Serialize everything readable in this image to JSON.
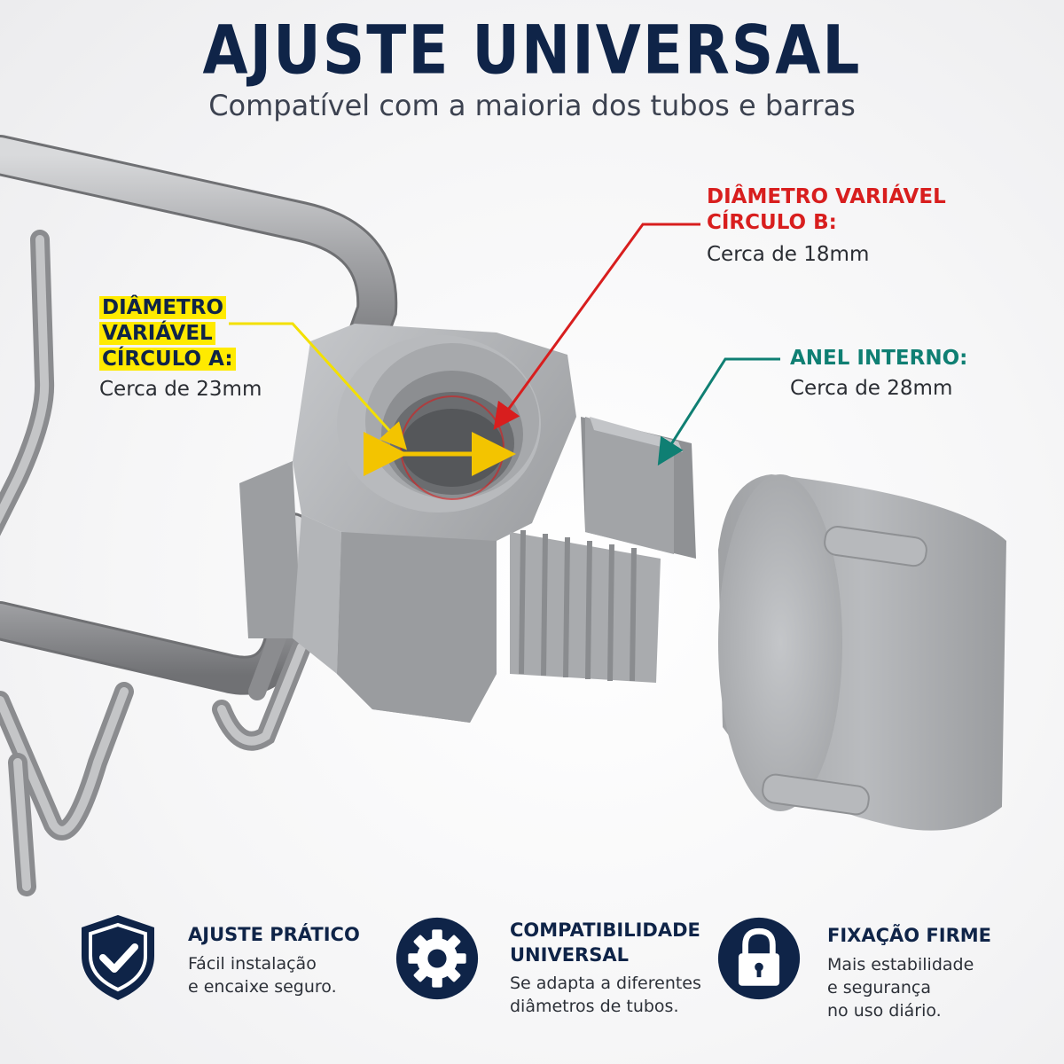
{
  "header": {
    "title": "AJUSTE UNIVERSAL",
    "subtitle": "Compatível com a maioria dos tubos e barras"
  },
  "callouts": {
    "circle_a": {
      "head_lines": [
        "DIÂMETRO",
        "VARIÁVEL",
        "CÍRCULO A:"
      ],
      "value": "Cerca de 23mm",
      "color": "#ffea00"
    },
    "circle_b": {
      "head_lines": [
        "DIÂMETRO VARIÁVEL",
        "CÍRCULO B:"
      ],
      "value": "Cerca de 18mm",
      "color": "#d81e1e"
    },
    "inner_ring": {
      "head": "ANEL INTERNO:",
      "value": "Cerca de 28mm",
      "color": "#0f7f73"
    }
  },
  "features": [
    {
      "icon": "shield-check-icon",
      "title": "AJUSTE PRÁTICO",
      "desc_lines": [
        "Fácil instalação",
        "e encaixe seguro."
      ]
    },
    {
      "icon": "gear-icon",
      "title_lines": [
        "COMPATIBILIDADE",
        "UNIVERSAL"
      ],
      "desc_lines": [
        "Se adapta a diferentes",
        "diâmetros de tubos."
      ]
    },
    {
      "icon": "padlock-icon",
      "title": "FIXAÇÃO FIRME",
      "desc_lines": [
        "Mais estabilidade",
        "e segurança",
        "no uso diário."
      ]
    }
  ],
  "colors": {
    "navy": "#0f2448",
    "highlight_yellow": "#ffea00",
    "arrow_red": "#d81e1e",
    "arrow_teal": "#0f7f73",
    "plastic_gray": "#a9abae",
    "steel": "#9c9da0"
  }
}
